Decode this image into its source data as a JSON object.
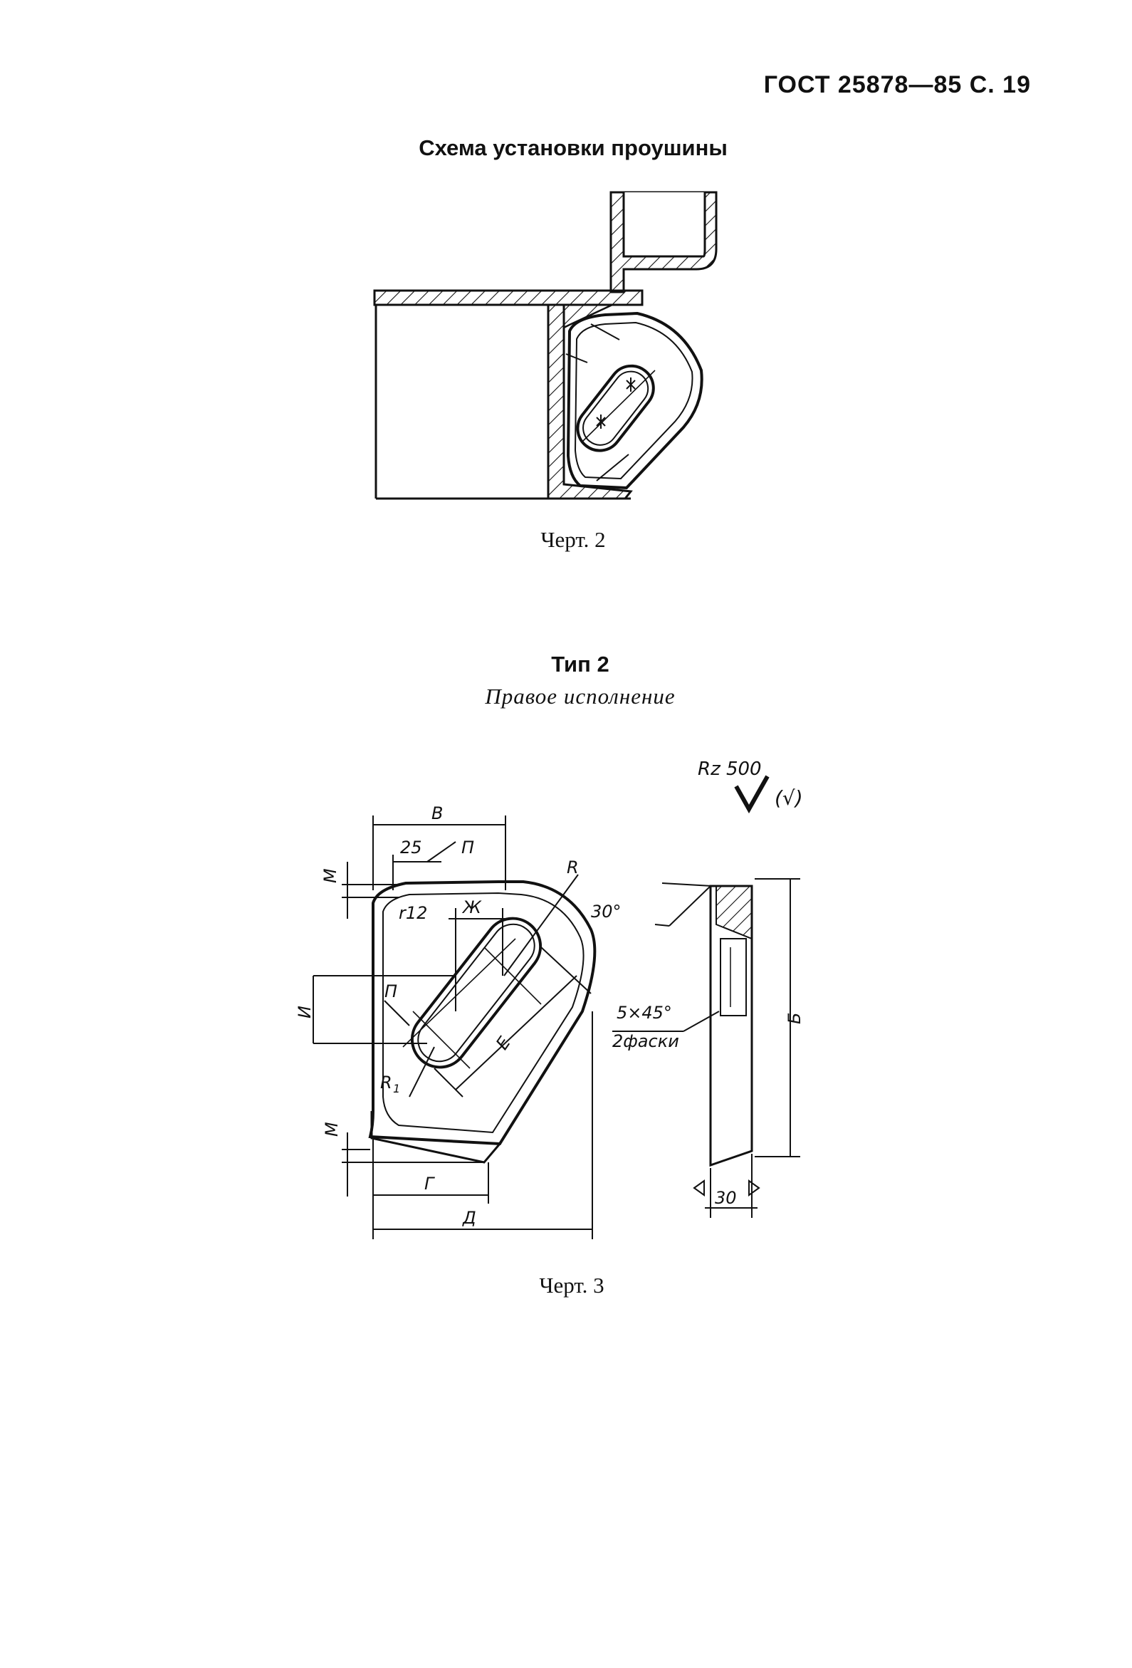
{
  "header": {
    "doc_ref": "ГОСТ 25878—85 С. 19"
  },
  "figure1": {
    "title": "Схема установки проушины",
    "caption": "Черт. 2"
  },
  "figure2": {
    "type_title": "Тип 2",
    "subtitle": "Правое исполнение",
    "caption": "Черт. 3",
    "roughness": "Rz 500",
    "roughness_note": "(√)",
    "labels": {
      "B": "В",
      "dim25": "25",
      "P_top": "П",
      "M_top": "М",
      "r12": "r12",
      "Zh": "Ж",
      "R": "R",
      "I": "И",
      "P_slot": "П",
      "R1": "R",
      "R1_sub": "1",
      "E": "Е",
      "M_bottom": "М",
      "G": "Г",
      "D": "Д",
      "angle30": "30°",
      "chamfer": "5×45°",
      "chamfer_note": "2фаски",
      "b": "Б",
      "thickness": "30"
    }
  }
}
